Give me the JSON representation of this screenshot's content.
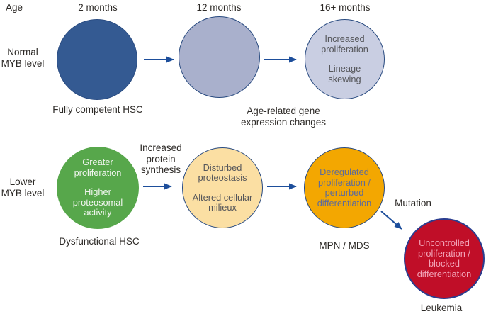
{
  "colors": {
    "arrow": "#1d4e9b",
    "circle_2m_fill": "#345a92",
    "circle_12m_fill": "#a9b0cc",
    "circle_16m_fill": "#c9cee2",
    "green_fill": "#57a74b",
    "cream_fill": "#fbdfa3",
    "orange_fill": "#f3a701",
    "red_fill": "#c00e28",
    "border_navy": "#27497f"
  },
  "header": {
    "age": "Age",
    "col_2m": "2 months",
    "col_12m": "12 months",
    "col_16m": "16+ months"
  },
  "row_labels": {
    "normal": "Normal MYB level",
    "lower": "Lower MYB level"
  },
  "top_row": {
    "caption_2m": "Fully competent HSC",
    "text_16m_1": "Increased proliferation",
    "text_16m_2": "Lineage skewing",
    "caption_aging": "Age-related gene expression changes"
  },
  "bottom_row": {
    "green_text_1": "Greater proliferation",
    "green_text_2": "Higher proteosomal activity",
    "green_caption": "Dysfunctional HSC",
    "arrow_label": "Increased protein synthesis",
    "cream_text_1": "Disturbed proteostasis",
    "cream_text_2": "Altered cellular milieux",
    "orange_text": "Deregulated proliferation / perturbed differentiation",
    "orange_caption": "MPN / MDS",
    "mutation_label": "Mutation",
    "red_text": "Uncontrolled proliferation / blocked differentiation",
    "red_caption": "Leukemia"
  }
}
